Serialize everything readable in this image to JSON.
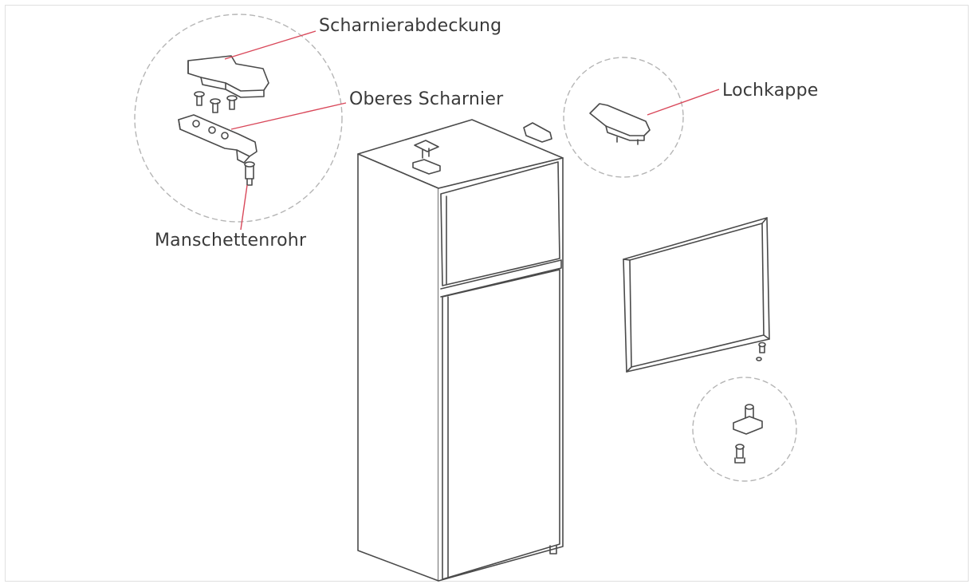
{
  "labels": {
    "hinge_cover": "Scharnierabdeckung",
    "upper_hinge": "Oberes Scharnier",
    "hole_cap": "Lochkappe",
    "sleeve_tube": "Manschettenrohr"
  },
  "colors": {
    "line": "#4a4a4a",
    "leader": "#d9485a",
    "dashed_circle": "#b5b5b5",
    "text": "#3a3a3a"
  }
}
